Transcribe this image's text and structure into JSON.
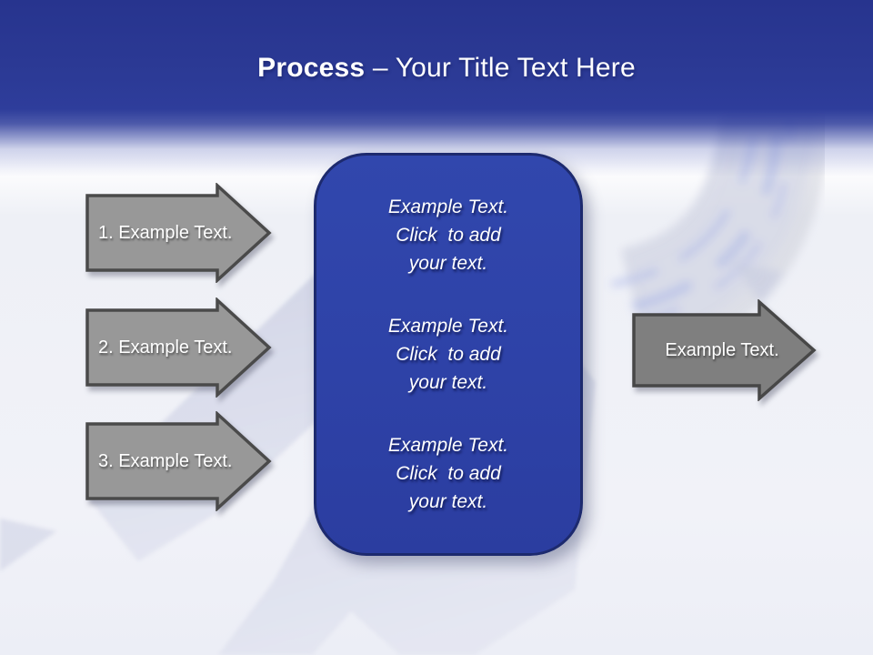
{
  "slide": {
    "title": {
      "bold": "Process",
      "rest": "– Your Title Text Here"
    },
    "steps": [
      {
        "label": "1. Example Text."
      },
      {
        "label": "2. Example Text."
      },
      {
        "label": "3. Example Text."
      }
    ],
    "panel": {
      "blocks": [
        "Example Text.\nClick  to add\nyour text.",
        "Example Text.\nClick  to add\nyour text.",
        "Example Text.\nClick  to add\nyour text."
      ]
    },
    "output": {
      "label": "Example Text."
    },
    "colors": {
      "header_blue_top": "#27348e",
      "header_blue": "#2e3d9b",
      "panel_blue": "#2e42a8",
      "panel_border": "#1d2a6e",
      "step_arrow_fill": "#989898",
      "output_arrow_fill": "#7f7f7f",
      "arrow_border": "#4a4a4a",
      "ribbon_lavender": "#ccd0e2",
      "ribbon_blue": "#9aa7e6"
    }
  }
}
